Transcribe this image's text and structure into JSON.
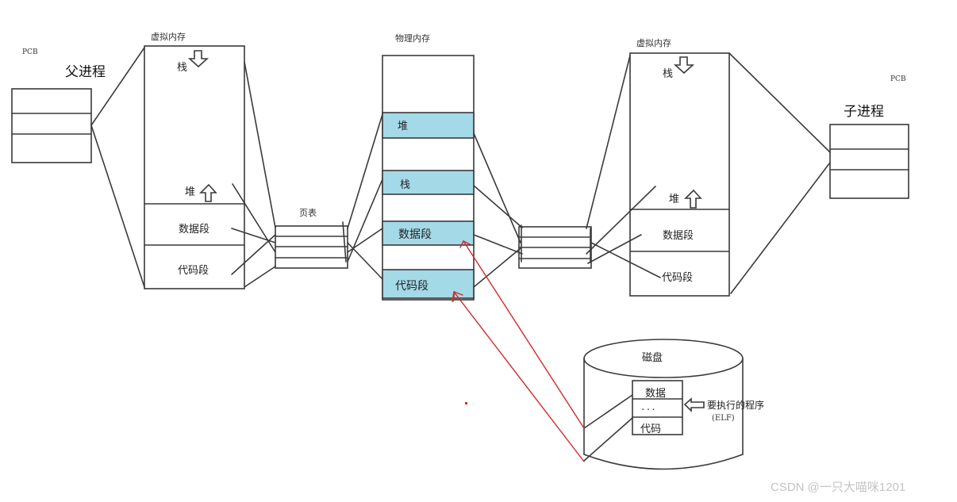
{
  "parent": {
    "pcb_label": "PCB",
    "title": "父进程",
    "vm_title": "虚拟内存",
    "segments": {
      "stack": "栈",
      "heap": "堆",
      "data": "数据段",
      "code": "代码段"
    }
  },
  "page_table_label": "页表",
  "physical": {
    "title": "物理内存",
    "segments": {
      "heap": "堆",
      "stack": "栈",
      "data": "数据段",
      "code": "代码段"
    },
    "fill_color": "#a4d9e8"
  },
  "child": {
    "pcb_label": "PCB",
    "title": "子进程",
    "vm_title": "虚拟内存",
    "segments": {
      "stack": "栈",
      "heap": "堆",
      "data": "数据段",
      "code": "代码段"
    }
  },
  "disk": {
    "title": "磁盘",
    "rows": [
      "数据",
      "...",
      "代码"
    ],
    "program_label": "要执行的程序",
    "elf_label": "(ELF)"
  },
  "colors": {
    "ink": "#333333",
    "arrow_red": "#d42a2a",
    "physical_fill": "#a4d9e8"
  },
  "watermark": "CSDN @一只大喵咪1201"
}
